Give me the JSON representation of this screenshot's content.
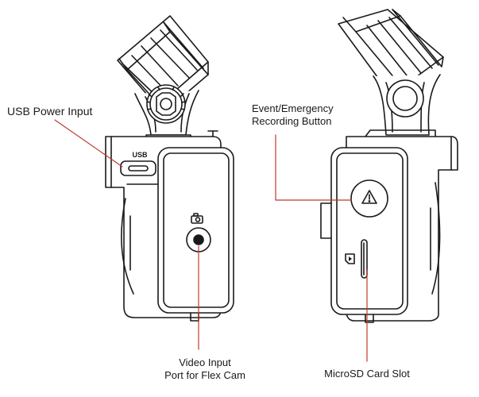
{
  "labels": {
    "usb_power_input": "USB Power Input",
    "event_button_line1": "Event/Emergency",
    "event_button_line2": "Recording Button",
    "video_input_line1": "Video Input",
    "video_input_line2": "Port for Flex Cam",
    "microsd_slot": "MicroSD Card Slot",
    "usb_port_marking": "USB"
  },
  "colors": {
    "outline": "#1a1a1a",
    "callout_line": "#c0392b",
    "background": "#ffffff"
  },
  "icons": {
    "video_port": "camera-icon",
    "event_button": "warning-triangle-icon",
    "sd_slot": "play-card-icon"
  }
}
